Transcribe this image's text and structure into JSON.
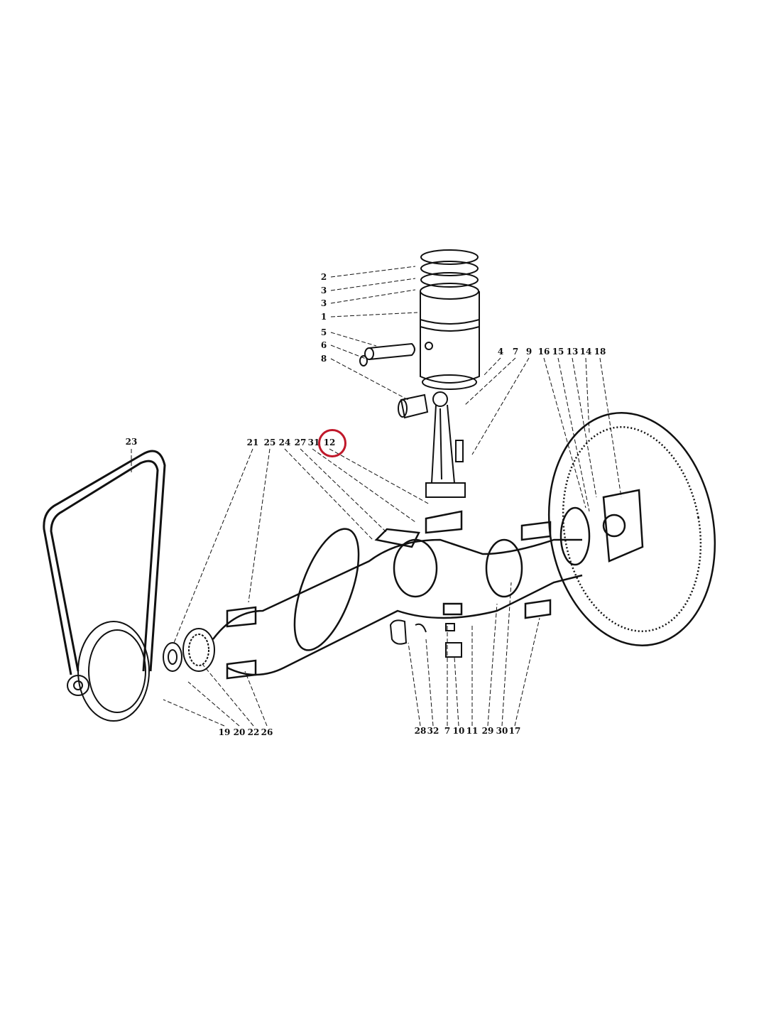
{
  "diagram": {
    "title_visible": false,
    "highlight_color": "#c0182a",
    "highlighted_label": "12",
    "parts": [
      "piston",
      "piston-rings",
      "gudgeon-pin",
      "circlip",
      "small-end-bush",
      "connecting-rod",
      "crankshaft",
      "main-bearing-shells",
      "thrust-washers",
      "timing-gear",
      "crankshaft-pulley",
      "fan-belt",
      "flywheel",
      "ring-gear"
    ],
    "labels": {
      "piston_left": [
        "2",
        "3",
        "3",
        "1",
        "5",
        "6",
        "8"
      ],
      "rod_top": [
        "4",
        "7",
        "9",
        "16",
        "15",
        "13",
        "14",
        "18"
      ],
      "belt": "23",
      "crank_top": [
        "21",
        "25",
        "24",
        "27",
        "31",
        "12"
      ],
      "bottom_left": [
        "19",
        "20",
        "22",
        "26"
      ],
      "bottom_right": [
        "28",
        "32",
        "7",
        "10",
        "11",
        "29",
        "30",
        "17"
      ]
    }
  }
}
